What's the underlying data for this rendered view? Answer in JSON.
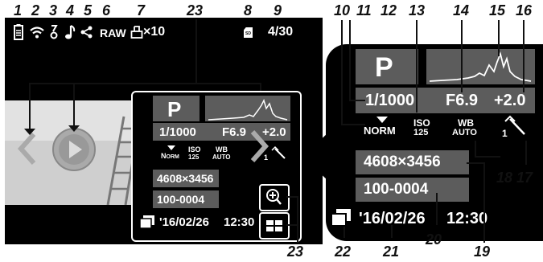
{
  "callouts": [
    "1",
    "2",
    "3",
    "4",
    "5",
    "6",
    "7",
    "8",
    "9",
    "10",
    "11",
    "12",
    "13",
    "14",
    "15",
    "16",
    "17",
    "18",
    "19",
    "20",
    "21",
    "22",
    "23",
    "23"
  ],
  "status": {
    "raw": "RAW",
    "print_count": "×10",
    "card": "SD",
    "frame": "4/30"
  },
  "preview": {
    "mode": "P",
    "shutter": "1/1000",
    "aperture": "F6.9",
    "ev": "+2.0",
    "iso_top": "ISO",
    "iso_bottom": "125",
    "wb_top": "WB",
    "wb_bottom": "AUTO",
    "sharp": "1",
    "size": "4608×3456",
    "file": "100-0004",
    "date": "'16/02/26",
    "time": "12:30"
  },
  "zoom": {
    "mode": "P",
    "shutter": "1/1000",
    "aperture": "F6.9",
    "ev": "+2.0",
    "norm": "NORM",
    "iso_top": "ISO",
    "iso_bottom": "125",
    "wb_top": "WB",
    "wb_bottom": "AUTO",
    "sharp": "1",
    "size": "4608×3456",
    "file": "100-0004",
    "date": "'16/02/26",
    "time": "12:30"
  },
  "colors": {
    "screen": "#000000",
    "box": "#5c5c5c",
    "text": "#ffffff"
  }
}
